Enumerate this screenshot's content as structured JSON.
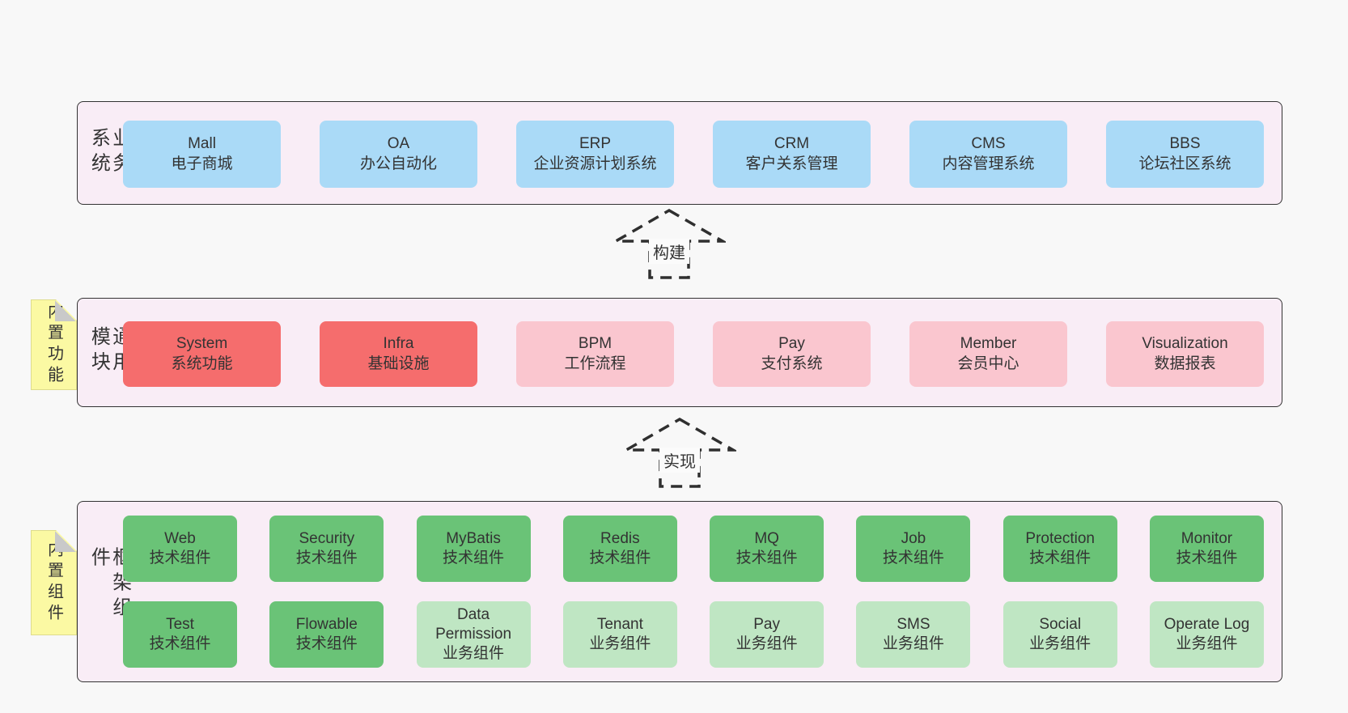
{
  "colors": {
    "page-bg": "#f8f8f8",
    "panel-bg": "#f9edf6",
    "panel-border": "#333333",
    "box-blue": "#aadaf7",
    "box-red": "#f56d6d",
    "box-pink": "#fac6cf",
    "box-green": "#6ac377",
    "box-lightgreen": "#bfe6c3",
    "note-bg": "#fbf9a3",
    "note-border": "#dedc8c",
    "note-fold": "#c9c9c9",
    "text": "#333333",
    "arrow": "#2f2f2f",
    "arrow-label-bg": "#fbfbfb"
  },
  "business": {
    "side_label": "业务系统",
    "boxes": [
      {
        "title": "Mall",
        "subtitle": "电子商城",
        "variant": "blue"
      },
      {
        "title": "OA",
        "subtitle": "办公自动化",
        "variant": "blue"
      },
      {
        "title": "ERP",
        "subtitle": "企业资源计划系统",
        "variant": "blue"
      },
      {
        "title": "CRM",
        "subtitle": "客户关系管理",
        "variant": "blue"
      },
      {
        "title": "CMS",
        "subtitle": "内容管理系统",
        "variant": "blue"
      },
      {
        "title": "BBS",
        "subtitle": "论坛社区系统",
        "variant": "blue"
      }
    ]
  },
  "arrow_build": {
    "label": "构建"
  },
  "modules": {
    "side_label": "通用模块",
    "note_label": "内置功能",
    "boxes": [
      {
        "title": "System",
        "subtitle": "系统功能",
        "variant": "red"
      },
      {
        "title": "Infra",
        "subtitle": "基础设施",
        "variant": "red"
      },
      {
        "title": "BPM",
        "subtitle": "工作流程",
        "variant": "pink"
      },
      {
        "title": "Pay",
        "subtitle": "支付系统",
        "variant": "pink"
      },
      {
        "title": "Member",
        "subtitle": "会员中心",
        "variant": "pink"
      },
      {
        "title": "Visualization",
        "subtitle": "数据报表",
        "variant": "pink"
      }
    ]
  },
  "arrow_implement": {
    "label": "实现"
  },
  "components": {
    "side_label": "框架组件",
    "note_label": "内置组件",
    "row1": [
      {
        "title": "Web",
        "subtitle": "技术组件",
        "variant": "green"
      },
      {
        "title": "Security",
        "subtitle": "技术组件",
        "variant": "green"
      },
      {
        "title": "MyBatis",
        "subtitle": "技术组件",
        "variant": "green"
      },
      {
        "title": "Redis",
        "subtitle": "技术组件",
        "variant": "green"
      },
      {
        "title": "MQ",
        "subtitle": "技术组件",
        "variant": "green"
      },
      {
        "title": "Job",
        "subtitle": "技术组件",
        "variant": "green"
      },
      {
        "title": "Protection",
        "subtitle": "技术组件",
        "variant": "green"
      },
      {
        "title": "Monitor",
        "subtitle": "技术组件",
        "variant": "green"
      }
    ],
    "row2": [
      {
        "title": "Test",
        "subtitle": "技术组件",
        "variant": "green"
      },
      {
        "title": "Flowable",
        "subtitle": "技术组件",
        "variant": "green"
      },
      {
        "title": "Data Permission",
        "subtitle": "业务组件",
        "variant": "lightgreen"
      },
      {
        "title": "Tenant",
        "subtitle": "业务组件",
        "variant": "lightgreen"
      },
      {
        "title": "Pay",
        "subtitle": "业务组件",
        "variant": "lightgreen"
      },
      {
        "title": "SMS",
        "subtitle": "业务组件",
        "variant": "lightgreen"
      },
      {
        "title": "Social",
        "subtitle": "业务组件",
        "variant": "lightgreen"
      },
      {
        "title": "Operate Log",
        "subtitle": "业务组件",
        "variant": "lightgreen"
      }
    ]
  }
}
